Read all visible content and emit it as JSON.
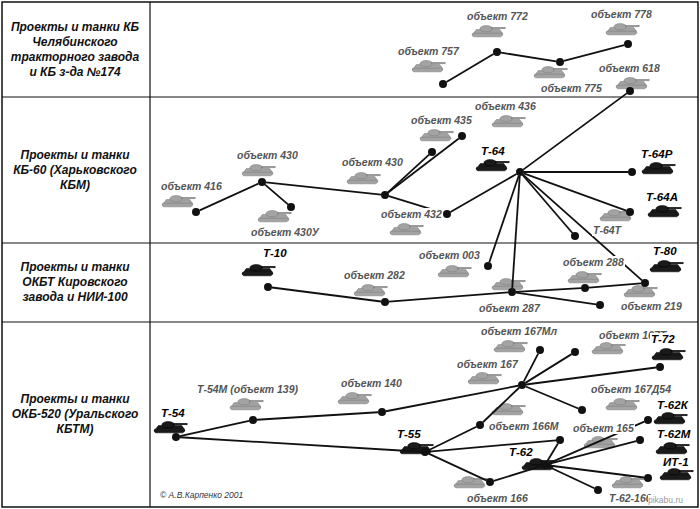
{
  "diagram": {
    "nodes": [
      {
        "text": [
          "Проекты и танки КБ Челябинского тракторного завода и КБ з-да №174"
        ]
      },
      {
        "text": [
          "Проекты и танки КБ-60 (Харьковского КБМ)"
        ]
      },
      {
        "text": [
          "Проекты и танки ОКБТ Кировского завода и НИИ-100"
        ]
      },
      {
        "text": [
          "Проекты и танки ОКБ-520 (Уральского КБТМ)"
        ]
      },
      {
        "text": [
          "объект 757"
        ],
        "in": 0
      },
      {
        "text": [
          "объект 772"
        ],
        "in": 0
      },
      {
        "text": [
          "объект 775"
        ],
        "in": 0
      },
      {
        "text": [
          "объект 778"
        ],
        "in": 0
      },
      {
        "text": [
          "объект 618"
        ],
        "in": 0
      },
      {
        "text": [
          "объект 416"
        ],
        "in": 1
      },
      {
        "text": [
          "объект 430"
        ],
        "in": 1
      },
      {
        "text": [
          "объект 430У"
        ],
        "in": 1
      },
      {
        "text": [
          "объект 430"
        ],
        "in": 1
      },
      {
        "text": [
          "объект 435"
        ],
        "in": 1
      },
      {
        "text": [
          "объект 436"
        ],
        "in": 1
      },
      {
        "text": [
          "объект 432"
        ],
        "in": 1
      },
      {
        "text": [
          "Т-64"
        ],
        "in": 1
      },
      {
        "text": [
          "Т-64Р"
        ],
        "in": 1
      },
      {
        "text": [
          "Т-64А"
        ],
        "in": 1
      },
      {
        "text": [
          "Т-64Т"
        ],
        "in": 1
      },
      {
        "text": [
          "Т-10"
        ],
        "in": 2
      },
      {
        "text": [
          "объект 282"
        ],
        "in": 2
      },
      {
        "text": [
          "объект 003"
        ],
        "in": 2
      },
      {
        "text": [
          "объект 287"
        ],
        "in": 2
      },
      {
        "text": [
          "объект 288"
        ],
        "in": 2
      },
      {
        "text": [
          "Т-80"
        ],
        "in": 2
      },
      {
        "text": [
          "объект 219"
        ],
        "in": 2
      },
      {
        "text": [
          "Т-54"
        ],
        "in": 3
      },
      {
        "text": [
          "Т-54М (объект 139)"
        ],
        "in": 3
      },
      {
        "text": [
          "объект 140"
        ],
        "in": 3
      },
      {
        "text": [
          "объект 167Мл"
        ],
        "in": 3
      },
      {
        "text": [
          "объект 167"
        ],
        "in": 3
      },
      {
        "text": [
          "объект 167Т"
        ],
        "in": 3
      },
      {
        "text": [
          "Т-72"
        ],
        "in": 3
      },
      {
        "text": [
          "объект 167Д54"
        ],
        "in": 3
      },
      {
        "text": [
          "объект 166М"
        ],
        "in": 3
      },
      {
        "text": [
          "объект 165"
        ],
        "in": 3
      },
      {
        "text": [
          "Т-62К"
        ],
        "in": 3
      },
      {
        "text": [
          "Т-55"
        ],
        "in": 3
      },
      {
        "text": [
          "Т-62"
        ],
        "in": 3
      },
      {
        "text": [
          "Т-62М"
        ],
        "in": 3
      },
      {
        "text": [
          "ИТ-1"
        ],
        "in": 3
      },
      {
        "text": [
          "объект 166"
        ],
        "in": 3
      },
      {
        "text": [
          "Т-62-160"
        ],
        "in": 3
      }
    ],
    "edges": [
      {
        "from": 4,
        "to": 5,
        "arrow": "none"
      },
      {
        "from": 5,
        "to": 6,
        "arrow": "none"
      },
      {
        "from": 6,
        "to": 7,
        "arrow": "none"
      },
      {
        "from": 8,
        "to": 16,
        "arrow": "none"
      },
      {
        "from": 9,
        "to": 10,
        "arrow": "none"
      },
      {
        "from": 10,
        "to": 11,
        "arrow": "none"
      },
      {
        "from": 10,
        "to": 12,
        "arrow": "none"
      },
      {
        "from": 12,
        "to": 13,
        "arrow": "none"
      },
      {
        "from": 12,
        "to": 14,
        "arrow": "none"
      },
      {
        "from": 12,
        "to": 15,
        "arrow": "none"
      },
      {
        "from": 15,
        "to": 16,
        "arrow": "none"
      },
      {
        "from": 16,
        "to": 17,
        "arrow": "none"
      },
      {
        "from": 16,
        "to": 18,
        "arrow": "none"
      },
      {
        "from": 16,
        "to": 19,
        "arrow": "none"
      },
      {
        "from": 16,
        "to": 25,
        "arrow": "none"
      },
      {
        "from": 16,
        "to": 23,
        "arrow": "none"
      },
      {
        "from": 16,
        "to": 22,
        "arrow": "none"
      },
      {
        "from": 20,
        "to": 21,
        "arrow": "none"
      },
      {
        "from": 21,
        "to": 23,
        "arrow": "none"
      },
      {
        "from": 23,
        "to": 24,
        "arrow": "none"
      },
      {
        "from": 24,
        "to": 25,
        "arrow": "none"
      },
      {
        "from": 23,
        "to": 26,
        "arrow": "none"
      },
      {
        "from": 27,
        "to": 28,
        "arrow": "none"
      },
      {
        "from": 28,
        "to": 29,
        "arrow": "none"
      },
      {
        "from": 29,
        "to": 31,
        "arrow": "none"
      },
      {
        "from": 31,
        "to": 30,
        "arrow": "none"
      },
      {
        "from": 31,
        "to": 32,
        "arrow": "none"
      },
      {
        "from": 31,
        "to": 33,
        "arrow": "none"
      },
      {
        "from": 31,
        "to": 34,
        "arrow": "none"
      },
      {
        "from": 27,
        "to": 38,
        "arrow": "none"
      },
      {
        "from": 38,
        "to": 35,
        "arrow": "none"
      },
      {
        "from": 35,
        "to": 31,
        "arrow": "none"
      },
      {
        "from": 38,
        "to": 36,
        "arrow": "none"
      },
      {
        "from": 38,
        "to": 42,
        "arrow": "none"
      },
      {
        "from": 42,
        "to": 39,
        "arrow": "none"
      },
      {
        "from": 36,
        "to": 39,
        "arrow": "none"
      },
      {
        "from": 39,
        "to": 37,
        "arrow": "none"
      },
      {
        "from": 39,
        "to": 40,
        "arrow": "none"
      },
      {
        "from": 39,
        "to": 41,
        "arrow": "none"
      },
      {
        "from": 39,
        "to": 43,
        "arrow": "none"
      }
    ],
    "labels": [
      "© А.В.Карпенко 2001",
      "pikabu.ru"
    ]
  }
}
